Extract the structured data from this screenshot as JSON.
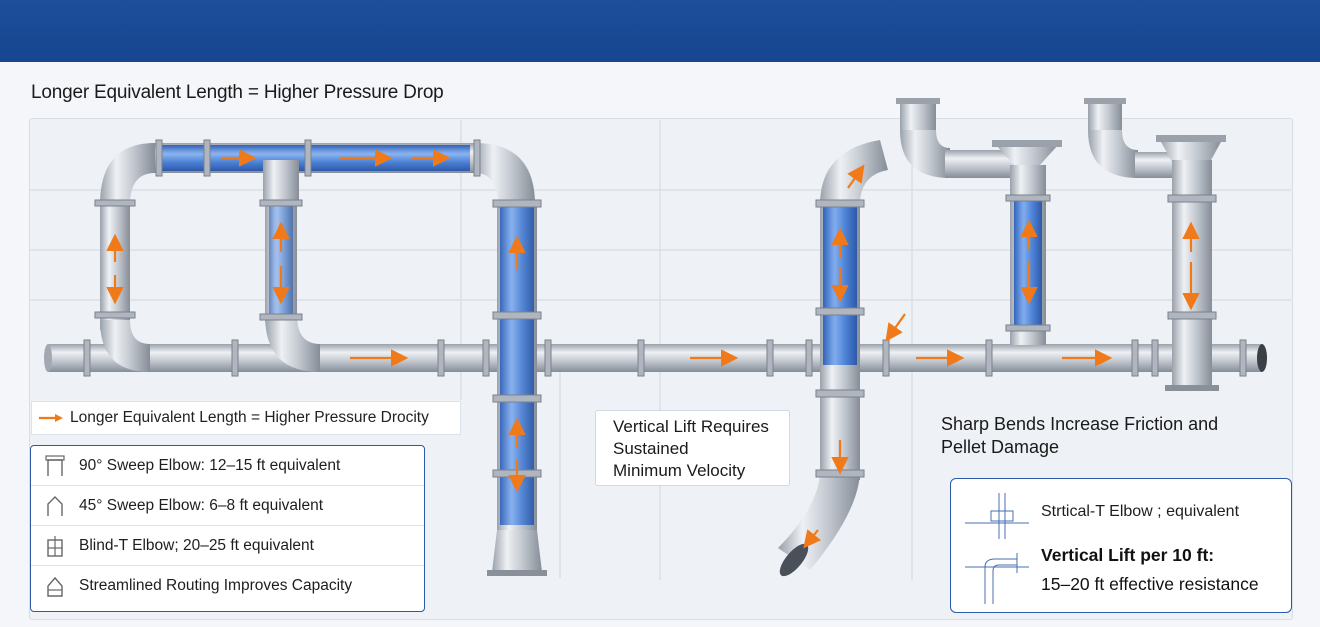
{
  "title": "Longer Equivalent Length = Higher Pressure Drop",
  "legend_arrow_text": "Longer Equivalent Length = Higher Pressure Drocity",
  "fittings": [
    {
      "icon": "sweep-elbow-90-icon",
      "label": "90° Sweep Elbow: 12–15 ft equivalent"
    },
    {
      "icon": "sweep-elbow-45-icon",
      "label": "45° Sweep Elbow: 6–8 ft equivalent"
    },
    {
      "icon": "blind-t-elbow-icon",
      "label": "Blind-T Elbow; 20–25 ft equivalent"
    },
    {
      "icon": "streamlined-routing-icon",
      "label": "Streamlined Routing Improves Capacity"
    }
  ],
  "callout_lift": [
    "Vertical Lift Requires",
    "Sustained",
    "Minimum Velocity"
  ],
  "callout_sharp": [
    "Sharp Bends Increase Friction and",
    "Pellet Damage"
  ],
  "resistance": {
    "row1": "Strtical-T Elbow ;    equivalent",
    "row2": "Vertical Lift per 10 ft:",
    "row3": "15–20 ft effective resistance"
  },
  "colors": {
    "header": "#1d4f9a",
    "flow": "#2f6fd6",
    "arrow": "#f07a1a",
    "pipe": "#c9ced6",
    "border": "#2b5aa8"
  }
}
